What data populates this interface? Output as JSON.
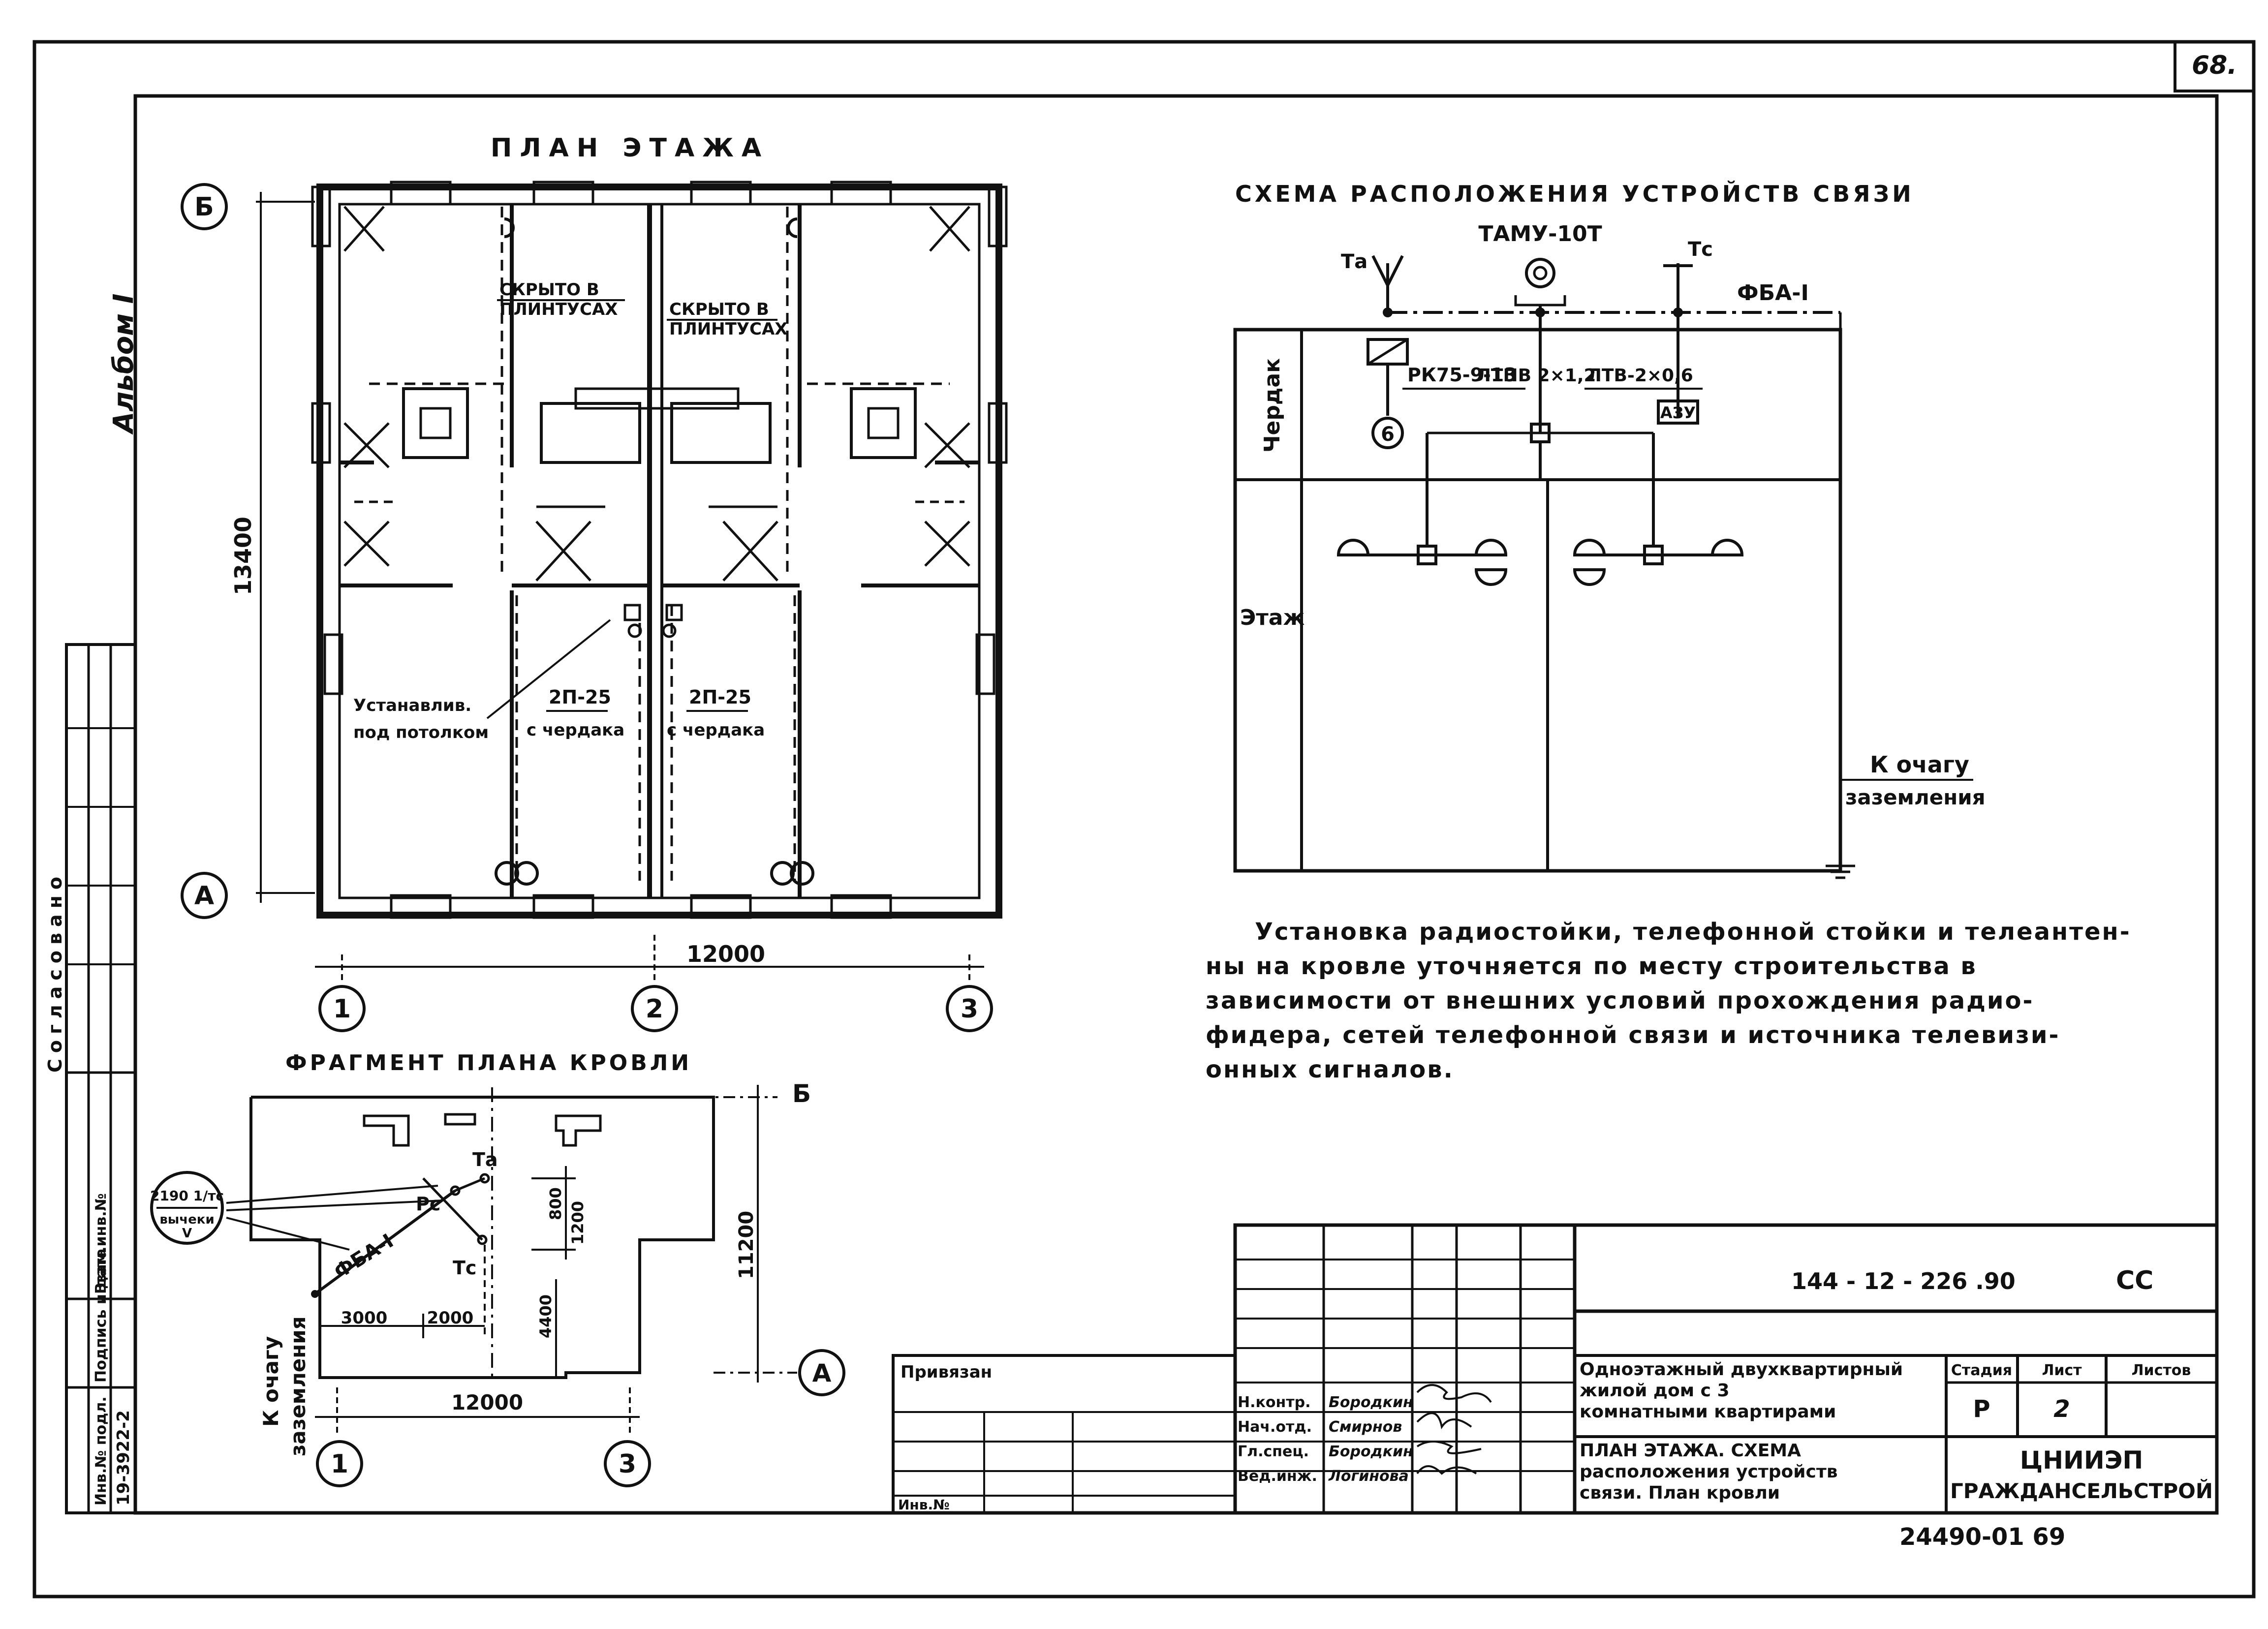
{
  "sheet": {
    "page_number": "68.",
    "album_label": "Альбом I",
    "approved_label": "Согласовано"
  },
  "floor_plan": {
    "title": "ПЛАН ЭТАЖА",
    "axis_b": "Б",
    "axis_a": "А",
    "axis_1": "1",
    "axis_2": "2",
    "axis_3": "3",
    "dim_height": "13400",
    "dim_width": "12000",
    "note_left_1": "СКРЫТО В",
    "note_left_2": "ПЛИНТУСАХ",
    "note_right_1": "СКРЫТО В",
    "note_right_2": "ПЛИНТУСАХ",
    "install_1": "Устанавлив.",
    "install_2": "под потолком",
    "cable_left": "2П-25",
    "cable_left_note": "с чердака",
    "cable_right": "2П-25",
    "cable_right_note": "с чердака"
  },
  "roof_plan": {
    "title": "ФРАГМЕНТ ПЛАНА КРОВЛИ",
    "axis_b": "Б",
    "axis_a": "А",
    "axis_1": "1",
    "axis_3": "3",
    "callout_1": "2190 1/тс",
    "callout_2": "вычеки",
    "callout_3": "V",
    "feeder": "ФБА-I",
    "pc": "Рс",
    "ta": "Тa",
    "tc": "Тс",
    "dim_800": "800",
    "dim_1200": "1200",
    "dim_4400": "4400",
    "dim_11200": "11200",
    "dim_3000": "3000",
    "dim_2000": "2000",
    "dim_12000": "12000",
    "ground_1": "К очагу",
    "ground_2": "заземления"
  },
  "scheme": {
    "title": "СХЕМА РАСПОЛОЖЕНИЯ УСТРОЙСТВ СВЯЗИ",
    "tamu": "ТАМУ-10Т",
    "ta": "Тa",
    "tc": "Тс",
    "feeder": "ФБА-I",
    "attic": "Чердак",
    "floor": "Этаж",
    "rk": "РК75-9-13",
    "lt1": "ЛТПВ 2×1,2",
    "lt2": "ЛТВ-2×0,6",
    "azu": "АЗУ",
    "six": "6",
    "ground_1": "К очагу",
    "ground_2": "заземления"
  },
  "note": {
    "line1": "Установка радиостойки, телефонной стойки и телеантен-",
    "line2": "ны на кровле уточняется по месту строительства в",
    "line3": "зависимости от внешних условий прохождения радио-",
    "line4": "фидера, сетей телефонной связи и источника телевизи-",
    "line5": "онных сигналов."
  },
  "side_stamp": {
    "inv_podl": "Инв.№ подл.",
    "podpis": "Подпись и дата",
    "vzam": "Взам.инв.№",
    "inv_number": "19-3922-2"
  },
  "title_block": {
    "code": "144 - 12 - 226 .90",
    "cc": "СС",
    "project_1": "Одноэтажный двухквартирный",
    "project_2": "жилой дом с 3",
    "project_3": "комнатными квартирами",
    "sheet_1": "ПЛАН ЭТАЖА. СХЕМА",
    "sheet_2": "расположения устройств",
    "sheet_3": "связи. План кровли",
    "stage_h": "Стадия",
    "list_h": "Лист",
    "lists_h": "Листов",
    "stage": "Р",
    "list": "2",
    "org_1": "ЦНИИЭП",
    "org_2": "ГРАЖДАНСЕЛЬСТРОЙ",
    "privyazan": "Привязан",
    "inv_no": "Инв.№",
    "role_1": "Н.контр.",
    "name_1": "Бородкин",
    "role_2": "Нач.отд.",
    "name_2": "Смирнов",
    "role_3": "Гл.спец.",
    "name_3": "Бородкин",
    "role_4": "Вед.инж.",
    "name_4": "Логинова",
    "bottom_code": "24490-01 69"
  }
}
